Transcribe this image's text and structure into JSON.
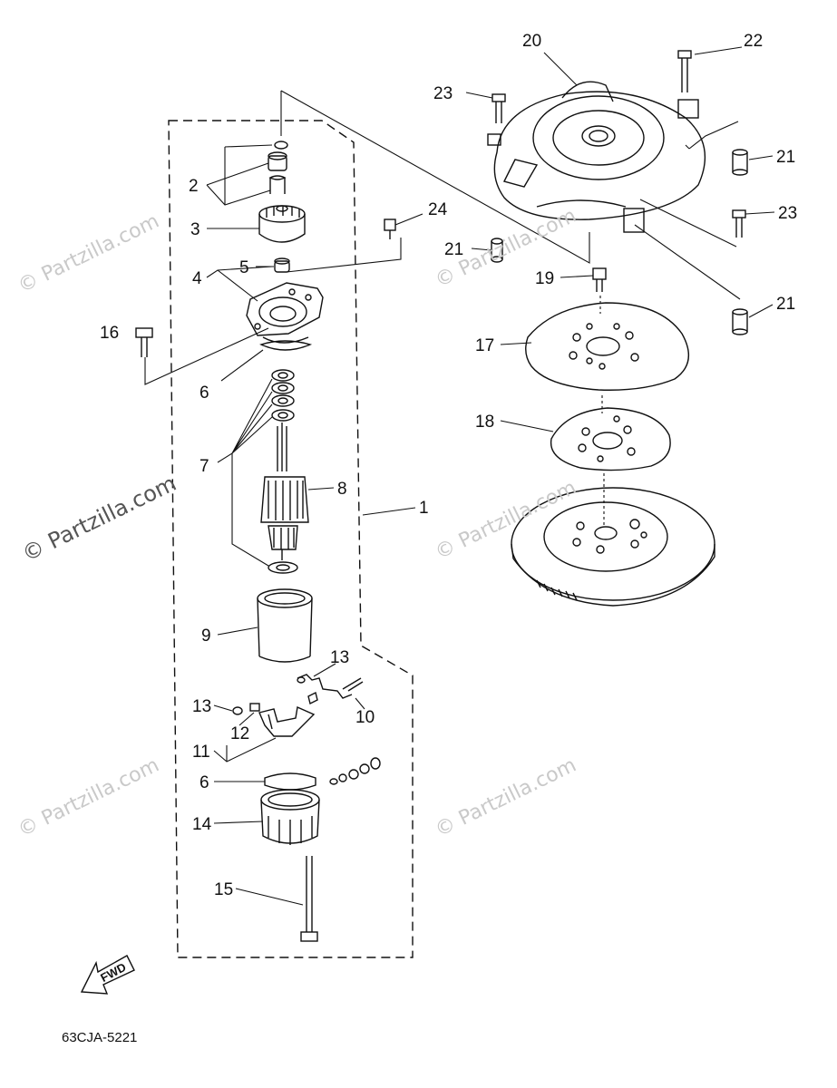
{
  "diagram": {
    "drawing_code": "63CJA-5221",
    "direction_arrow_label": "FWD",
    "watermark_text": "© Partzilla.com",
    "callouts": [
      "1",
      "2",
      "3",
      "4",
      "5",
      "6",
      "6",
      "7",
      "8",
      "9",
      "10",
      "11",
      "12",
      "13",
      "13",
      "14",
      "15",
      "16",
      "17",
      "18",
      "19",
      "20",
      "21",
      "21",
      "21",
      "22",
      "23",
      "23",
      "24"
    ]
  }
}
